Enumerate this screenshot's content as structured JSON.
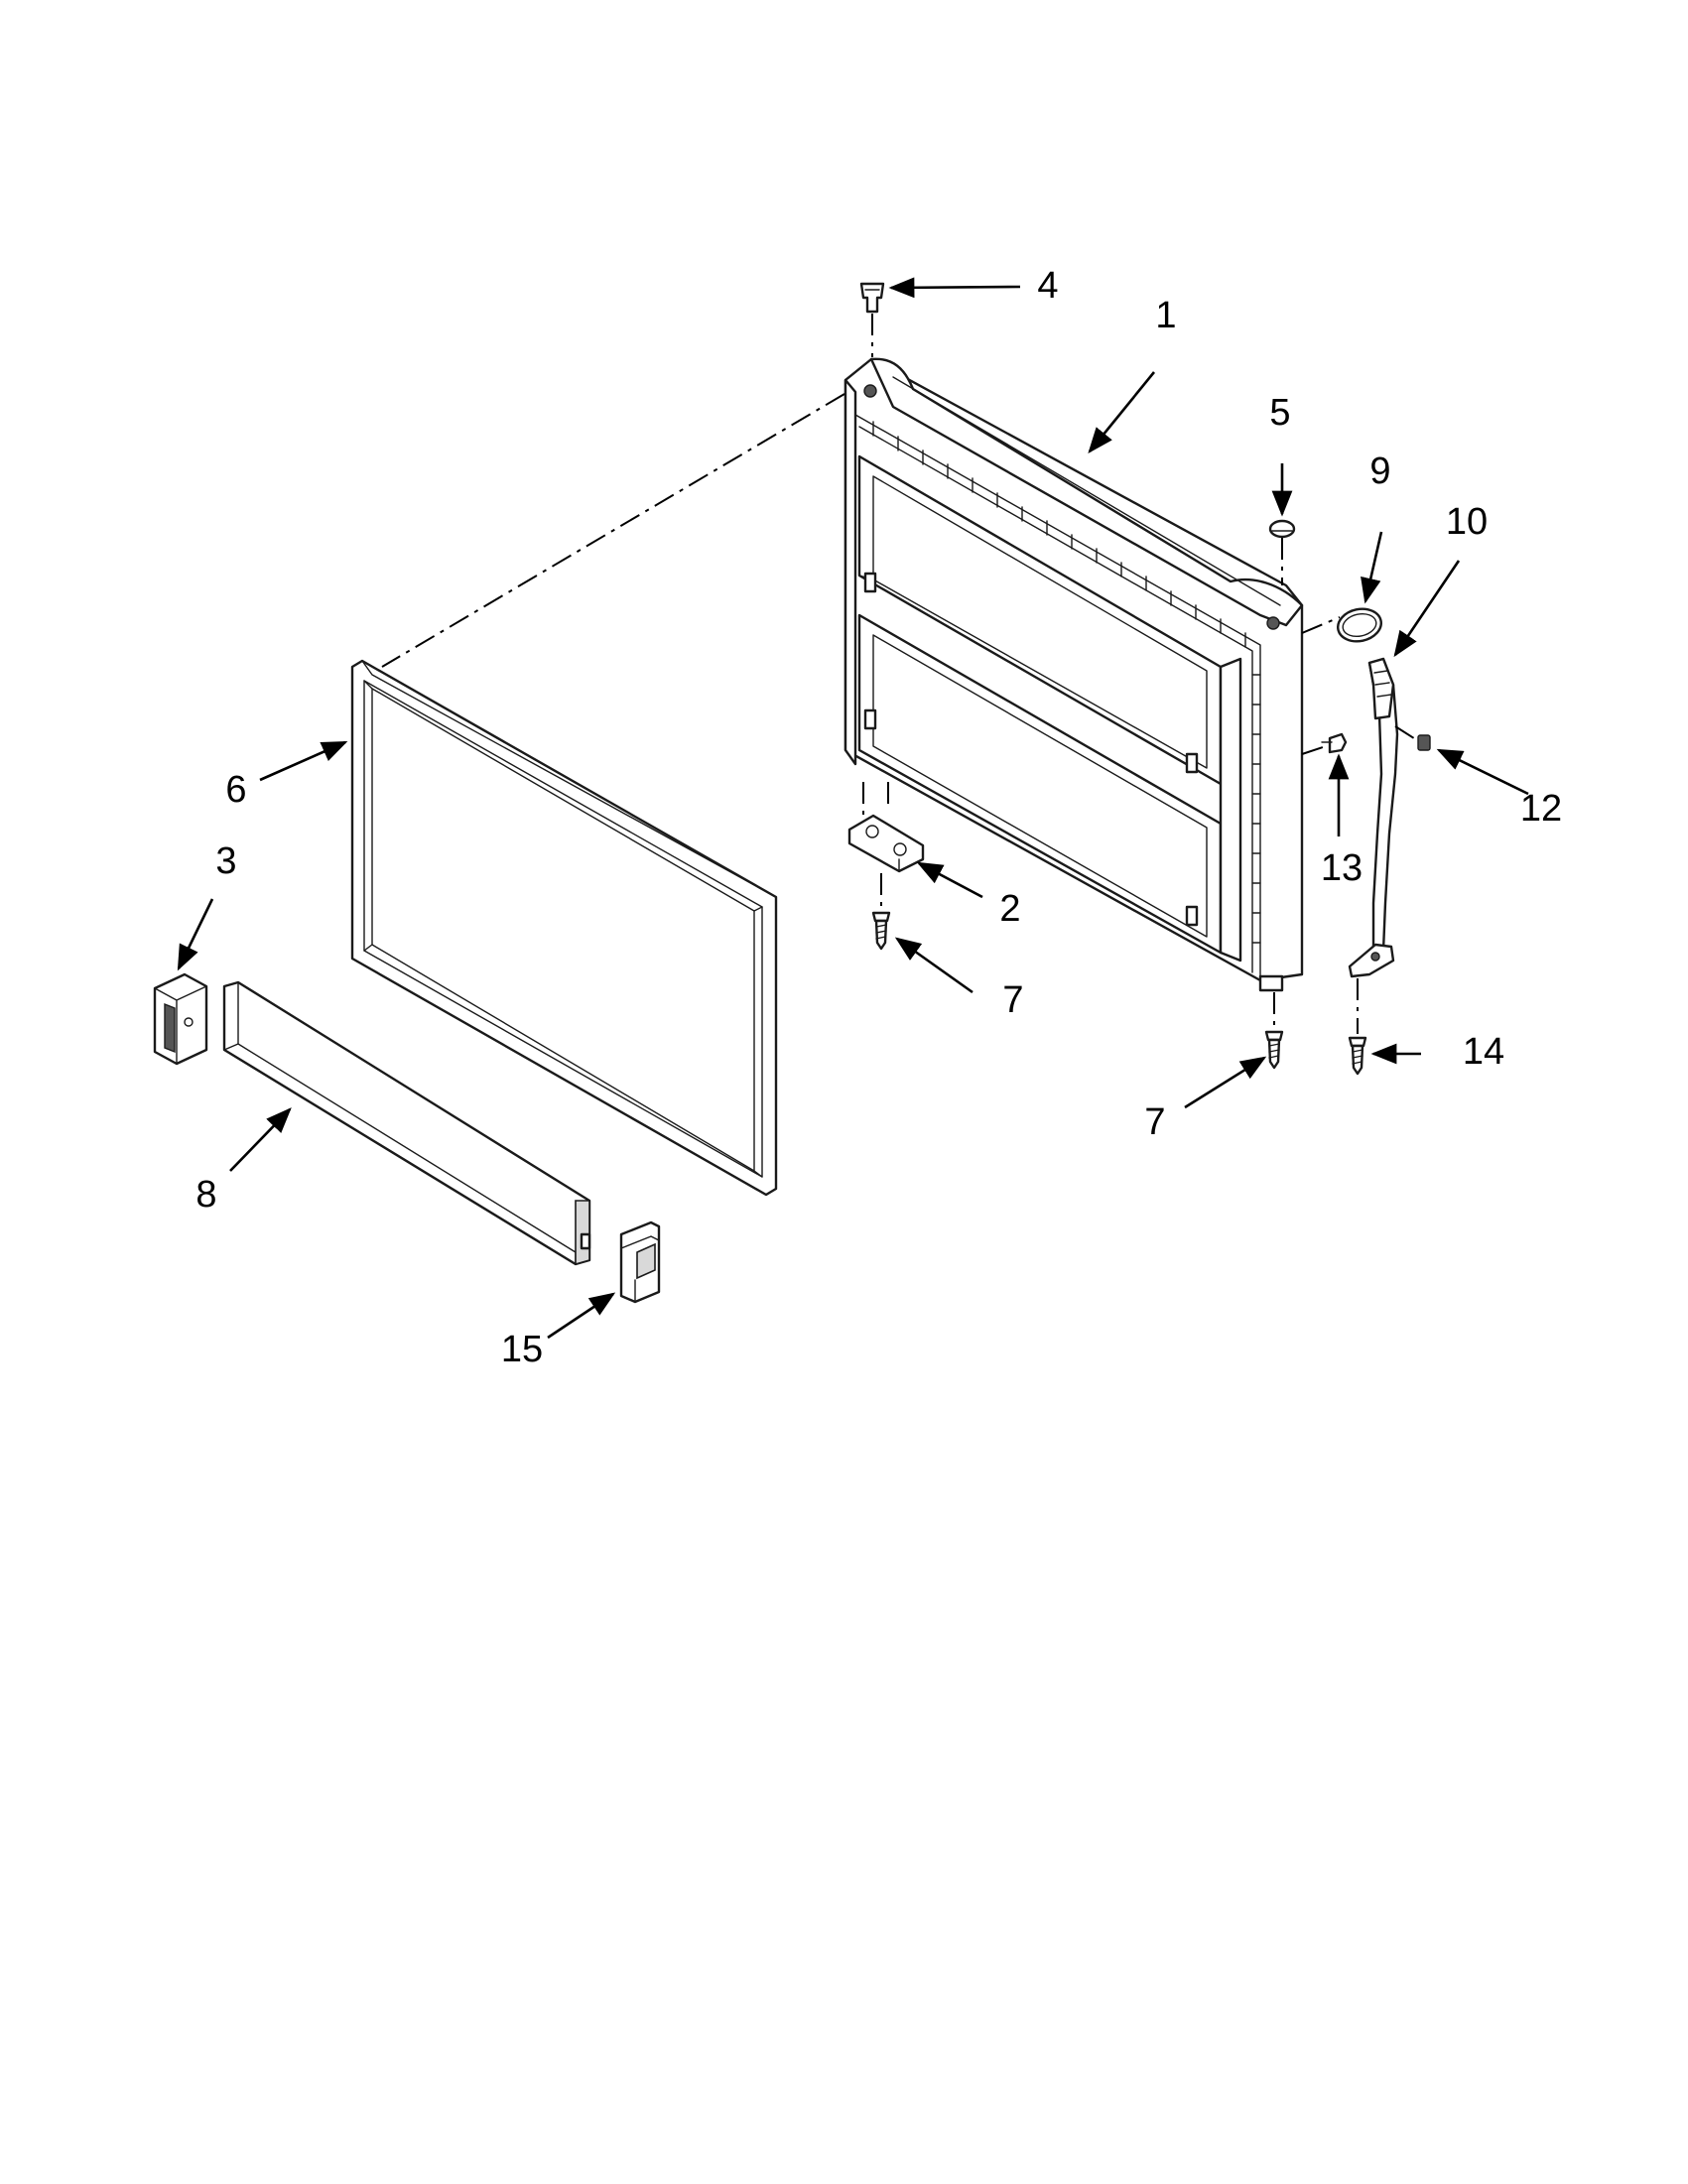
{
  "diagram": {
    "callouts": [
      {
        "id": "callout-4",
        "text": "4"
      },
      {
        "id": "callout-1",
        "text": "1"
      },
      {
        "id": "callout-5",
        "text": "5"
      },
      {
        "id": "callout-9",
        "text": "9"
      },
      {
        "id": "callout-10",
        "text": "10"
      },
      {
        "id": "callout-12",
        "text": "12"
      },
      {
        "id": "callout-13",
        "text": "13"
      },
      {
        "id": "callout-2",
        "text": "2"
      },
      {
        "id": "callout-7a",
        "text": "7"
      },
      {
        "id": "callout-7b",
        "text": "7"
      },
      {
        "id": "callout-14",
        "text": "14"
      },
      {
        "id": "callout-6",
        "text": "6"
      },
      {
        "id": "callout-3",
        "text": "3"
      },
      {
        "id": "callout-8",
        "text": "8"
      },
      {
        "id": "callout-15",
        "text": "15"
      }
    ]
  }
}
